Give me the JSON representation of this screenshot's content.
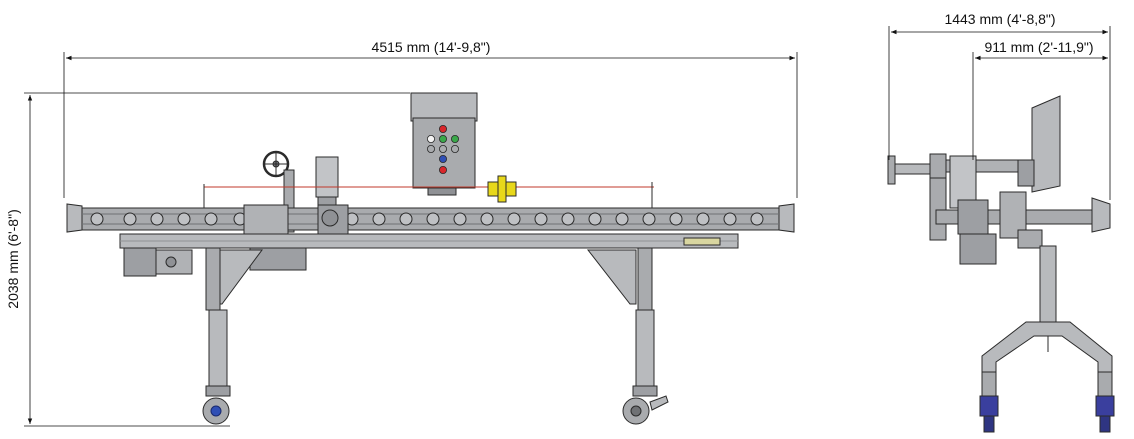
{
  "dimensions": {
    "overall_length": "4515 mm (14'-9,8\")",
    "overall_height": "2038 mm (6'-8\")",
    "end_width_outer": "1443 mm (4'-8,8\")",
    "end_width_inner": "911 mm (2'-11,9\")"
  },
  "colors": {
    "steel": "#a9abae",
    "steel_dark": "#6f7174",
    "outline": "#2b2b2b",
    "dim_line": "#111111",
    "red_wire": "#c0392b",
    "yellow_valve": "#e8d81a",
    "button_red": "#d9262b",
    "button_green": "#3aa84a",
    "button_blue": "#2f4fb5",
    "button_white": "#f4f4f4",
    "wheel_blue": "#3a3f9e"
  }
}
